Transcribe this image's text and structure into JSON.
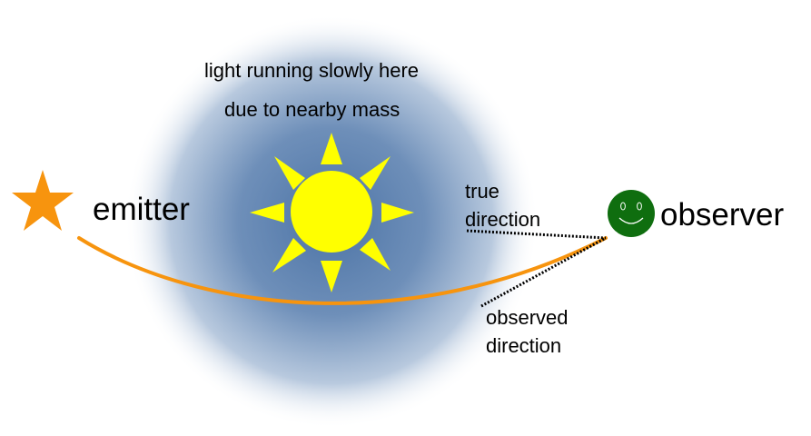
{
  "labels": {
    "mass_line1": "light running slowly here",
    "mass_line2": "due to nearby mass",
    "emitter": "emitter",
    "observer": "observer",
    "true_line1": "true",
    "true_line2": "direction",
    "observed_line1": "observed",
    "observed_line2": "direction"
  },
  "colors": {
    "mass_glow": "#4d74a6",
    "sun": "#ffff00",
    "star": "#f7940e",
    "light_path": "#f7940e",
    "observer_face": "#0f6e0f",
    "dotted_lines": "#000000"
  },
  "icons": {
    "emitter": "star-icon",
    "observer": "smiley-face-icon",
    "mass": "sun-icon"
  }
}
